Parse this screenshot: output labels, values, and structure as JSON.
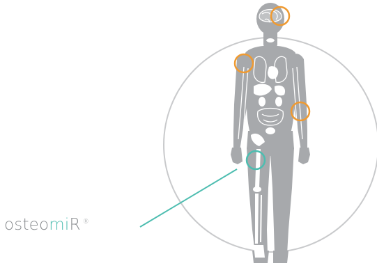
{
  "brand": {
    "prefix": "osteo",
    "highlight": "mi",
    "suffix": "R",
    "registered": "®"
  },
  "colors": {
    "silhouette": "#a7a9ac",
    "organs": "#ffffff",
    "ring": "#c9cacc",
    "marker_orange": "#ef9a31",
    "marker_teal": "#4dbdb0",
    "text": "#8a8d90"
  },
  "icons": {
    "silhouette": "human-body-silhouette",
    "markers": [
      "brain-marker",
      "shoulder-marker",
      "forearm-marker",
      "femur-marker"
    ]
  }
}
